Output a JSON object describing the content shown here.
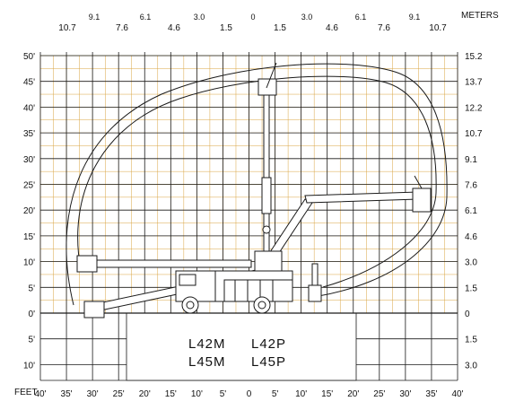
{
  "diagram": {
    "units_right_label": "METERS",
    "units_left_label": "FEET",
    "models": [
      "L42M",
      "L42P",
      "L45M",
      "L45P"
    ],
    "top_meters_upper": [
      "9.1",
      "6.1",
      "3.0",
      "0",
      "3.0",
      "6.1",
      "9.1"
    ],
    "top_meters_lower": [
      "10.7",
      "7.6",
      "4.6",
      "1.5",
      "1.5",
      "4.6",
      "7.6",
      "10.7"
    ],
    "left_feet": [
      "50'",
      "45'",
      "40'",
      "35'",
      "30'",
      "25'",
      "20'",
      "15'",
      "10'",
      "5'",
      "0'",
      "5'",
      "10'"
    ],
    "right_meters": [
      "15.2",
      "13.7",
      "12.2",
      "10.7",
      "9.1",
      "7.6",
      "6.1",
      "4.6",
      "3.0",
      "1.5",
      "0",
      "1.5",
      "3.0"
    ],
    "bottom_feet": [
      "40'",
      "35'",
      "30'",
      "25'",
      "20'",
      "15'",
      "10'",
      "5'",
      "0",
      "5'",
      "10'",
      "15'",
      "20'",
      "25'",
      "30'",
      "35'",
      "40'"
    ],
    "colors": {
      "grid_major": "#1a1a1a",
      "grid_minor": "#d9a441",
      "ink": "#1a1a1a"
    }
  }
}
